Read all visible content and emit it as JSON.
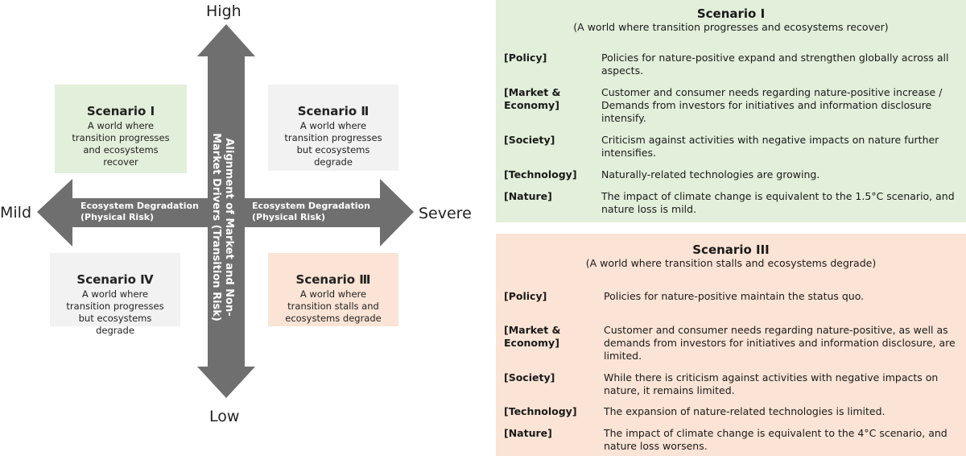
{
  "axes": {
    "top": "High",
    "bottom": "Low",
    "left": "Mild",
    "right": "Severe",
    "vertical_label": "Alignment of Market and Non-Market Drivers (Transition Risk)",
    "horizontal_label_left": "Ecosystem Degradation (Physical Risk)",
    "horizontal_label_right": "Ecosystem Degradation (Physical Risk)"
  },
  "quadrants": {
    "q1": {
      "title": "Scenario Ⅰ",
      "desc": "A world where transition progresses and ecosystems recover",
      "color": "#e2efda"
    },
    "q2": {
      "title": "Scenario Ⅱ",
      "desc": "A world where transition progresses but ecosystems degrade",
      "color": "#f2f2f2"
    },
    "q3": {
      "title": "Scenario Ⅲ",
      "desc": "A world where transition stalls and ecosystems degrade",
      "color": "#fbe4d5"
    },
    "q4": {
      "title": "Scenario Ⅳ",
      "desc": "A world where transition progresses but ecosystems degrade",
      "color": "#f2f2f2"
    }
  },
  "panel1": {
    "title": "Scenario Ⅰ",
    "subtitle": "(A world where transition progresses and ecosystems recover)",
    "rows": [
      {
        "key": "[Policy]",
        "value": "Policies for nature-positive expand and strengthen globally across all aspects."
      },
      {
        "key": "[Market & Economy]",
        "value": "Customer and consumer needs regarding nature-positive increase / Demands from investors for initiatives and information disclosure intensify."
      },
      {
        "key": "[Society]",
        "value": "Criticism against activities with negative impacts on nature further intensifies."
      },
      {
        "key": "[Technology]",
        "value": "Naturally-related technologies are growing."
      },
      {
        "key": "[Nature]",
        "value": "The impact of climate change is equivalent to the 1.5°C scenario, and nature loss is mild."
      }
    ]
  },
  "panel2": {
    "title": "Scenario III",
    "subtitle": "(A world where transition stalls and ecosystems degrade)",
    "rows": [
      {
        "key": "[Policy]",
        "value": "Policies for nature-positive maintain the status quo."
      },
      {
        "key": "[Market & Economy]",
        "value": "Customer and consumer needs regarding nature-positive, as well as demands from investors for initiatives and information disclosure, are limited."
      },
      {
        "key": "[Society]",
        "value": "While there is criticism against activities with negative impacts on nature, it remains limited."
      },
      {
        "key": "[Technology]",
        "value": "The expansion of nature-related technologies is limited."
      },
      {
        "key": "[Nature]",
        "value": "The impact of climate change is equivalent to the 4°C scenario, and nature loss worsens."
      }
    ]
  },
  "colors": {
    "arrow": "#6f6f6f",
    "green": "#e2efda",
    "peach": "#fbe4d5",
    "gray": "#f2f2f2"
  }
}
